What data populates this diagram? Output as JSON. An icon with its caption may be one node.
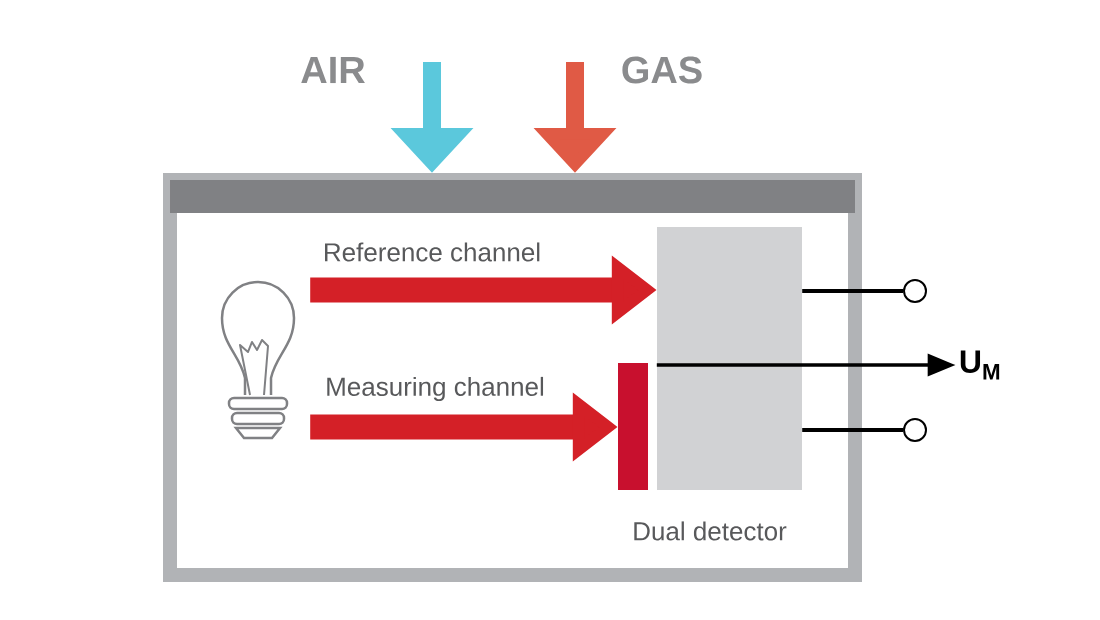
{
  "diagram": {
    "nodes": [
      {
        "text": [],
        "shape": "box"
      },
      {
        "text": [],
        "shape": "picture",
        "in": 0
      },
      {
        "text": [],
        "shape": "bar",
        "in": 0
      },
      {
        "text": [
          "Dual detector"
        ],
        "in": 0
      },
      {
        "text": [],
        "shape": "circle"
      },
      {
        "text": [],
        "shape": "circle"
      },
      {
        "text": [
          "U$_{M}$"
        ]
      }
    ],
    "edges": [
      {
        "from": null,
        "to": 0,
        "arrow": "to",
        "label": "AIR",
        "color": "#5bc8dc"
      },
      {
        "from": null,
        "to": 0,
        "arrow": "to",
        "label": "GAS",
        "color": "#e05a45"
      },
      {
        "from": 1,
        "to": 3,
        "arrow": "to",
        "label": "Reference channel",
        "color": "#d42027"
      },
      {
        "from": 1,
        "to": 2,
        "arrow": "to",
        "label": "Measuring channel",
        "color": "#d42027"
      },
      {
        "from": 3,
        "to": 4,
        "arrow": "none"
      },
      {
        "from": 3,
        "to": 6,
        "arrow": "to"
      },
      {
        "from": 3,
        "to": 5,
        "arrow": "none"
      }
    ]
  }
}
